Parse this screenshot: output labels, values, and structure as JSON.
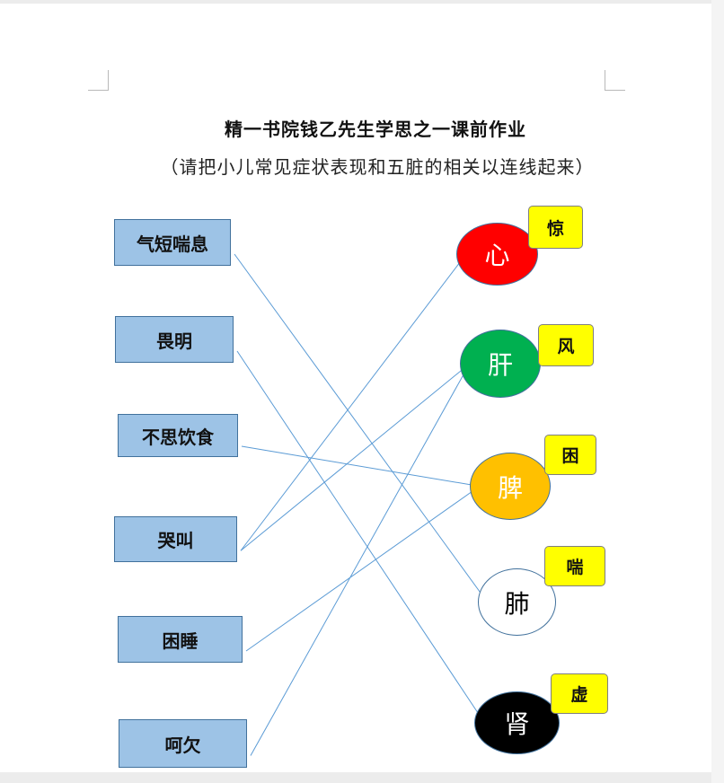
{
  "document": {
    "title": "精一书院钱乙先生学思之一课前作业",
    "subtitle": "（请把小儿常见症状表现和五脏的相关以连线起来）"
  },
  "symptoms": [
    {
      "id": "s1",
      "label": "气短喘息"
    },
    {
      "id": "s2",
      "label": "畏明"
    },
    {
      "id": "s3",
      "label": "不思饮食"
    },
    {
      "id": "s4",
      "label": "哭叫"
    },
    {
      "id": "s5",
      "label": "困睡"
    },
    {
      "id": "s6",
      "label": "呵欠"
    }
  ],
  "organs": [
    {
      "id": "o1",
      "label": "心",
      "fill": "#ff0000",
      "text_color": "#ffffff",
      "tag": "惊"
    },
    {
      "id": "o2",
      "label": "肝",
      "fill": "#00b050",
      "text_color": "#ffffff",
      "tag": "风"
    },
    {
      "id": "o3",
      "label": "脾",
      "fill": "#ffc000",
      "text_color": "#ffffff",
      "tag": "困"
    },
    {
      "id": "o4",
      "label": "肺",
      "fill": "#ffffff",
      "text_color": "#000000",
      "tag": "喘"
    },
    {
      "id": "o5",
      "label": "肾",
      "fill": "#000000",
      "text_color": "#ffffff",
      "tag": "虚"
    }
  ],
  "connections": [
    {
      "from": "s1",
      "to": "o4"
    },
    {
      "from": "s2",
      "to": "o5"
    },
    {
      "from": "s3",
      "to": "o3"
    },
    {
      "from": "s4",
      "to": "o1"
    },
    {
      "from": "s4",
      "to": "o2"
    },
    {
      "from": "s5",
      "to": "o3"
    },
    {
      "from": "s6",
      "to": "o2"
    }
  ],
  "colors": {
    "symptom_fill": "#9dc3e6",
    "symptom_border": "#41719c",
    "tag_fill": "#ffff00",
    "line": "#5b9bd5"
  }
}
